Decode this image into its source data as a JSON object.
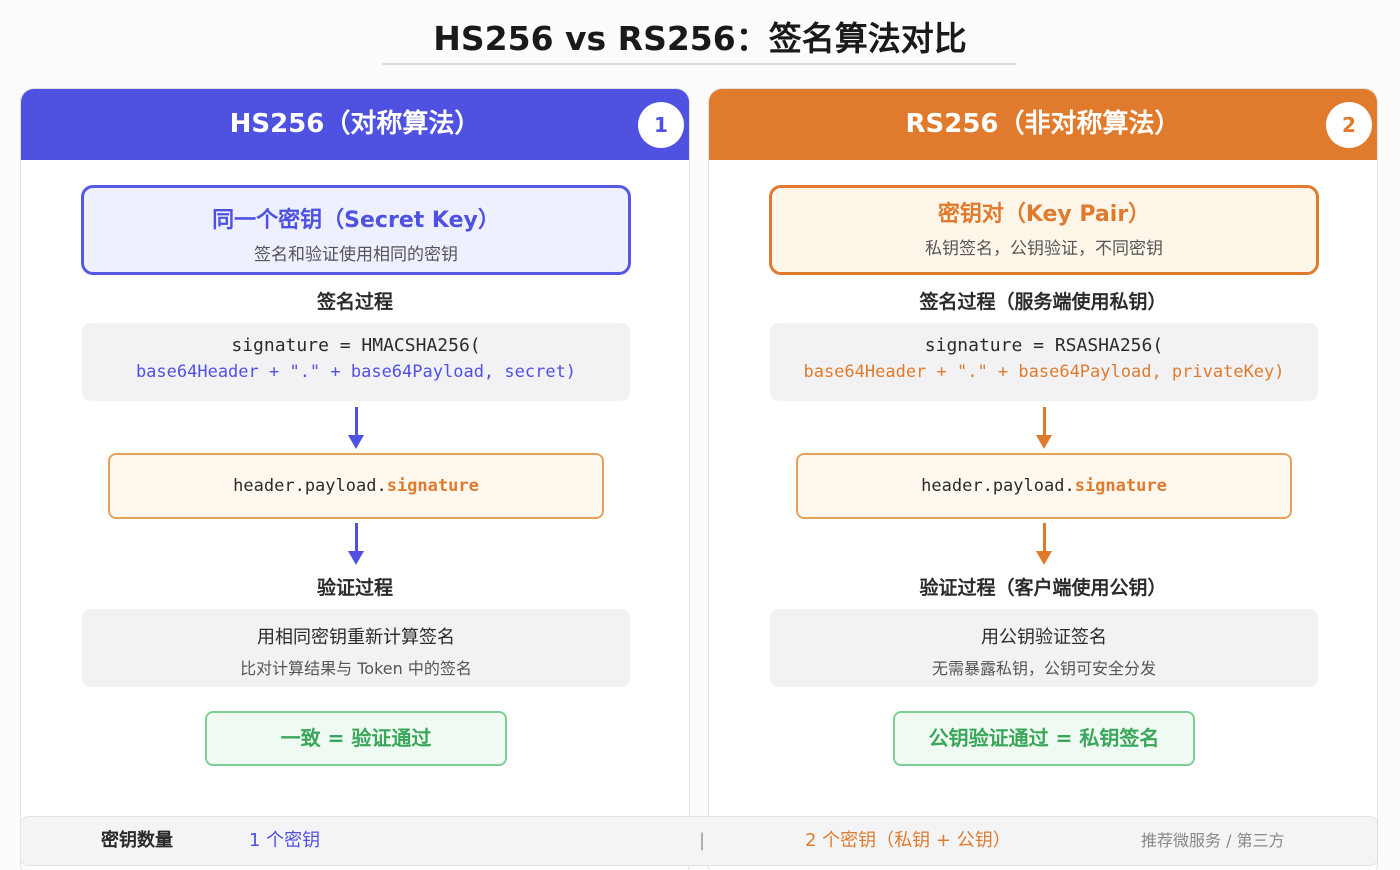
{
  "title": "HS256 vs RS256：签名算法对比",
  "left": {
    "header": "HS256（对称算法）",
    "number": "1",
    "key_title": "同一个密钥（Secret Key）",
    "key_sub": "签名和验证使用相同的密钥",
    "sign_label": "签名过程",
    "code_line1": "signature = HMACSHA256(",
    "code_line2": "base64Header + \".\" + base64Payload, secret)",
    "token_prefix": "header.payload.",
    "token_sig": "signature",
    "verify_label": "验证过程",
    "verify_main": "用相同密钥重新计算签名",
    "verify_sub": "比对计算结果与 Token 中的签名",
    "result": "一致 = 验证通过"
  },
  "right": {
    "header": "RS256（非对称算法）",
    "number": "2",
    "key_title": "密钥对（Key Pair）",
    "key_sub": "私钥签名，公钥验证，不同密钥",
    "sign_label": "签名过程（服务端使用私钥）",
    "code_line1": "signature = RSASHA256(",
    "code_line2": "base64Header + \".\" + base64Payload, privateKey)",
    "token_prefix": "header.payload.",
    "token_sig": "signature",
    "verify_label": "验证过程（客户端使用公钥）",
    "verify_main": "用公钥验证签名",
    "verify_sub": "无需暴露私钥，公钥可安全分发",
    "result": "公钥验证通过 = 私钥签名"
  },
  "bottom": {
    "label": "密钥数量",
    "left_value": "1 个密钥",
    "separator": "|",
    "right_value": "2 个密钥（私钥 + 公钥）",
    "note": "推荐微服务 / 第三方"
  },
  "colors": {
    "symmetric": "#4f52e0",
    "asymmetric": "#e07b2e",
    "success": "#3aa65a"
  }
}
